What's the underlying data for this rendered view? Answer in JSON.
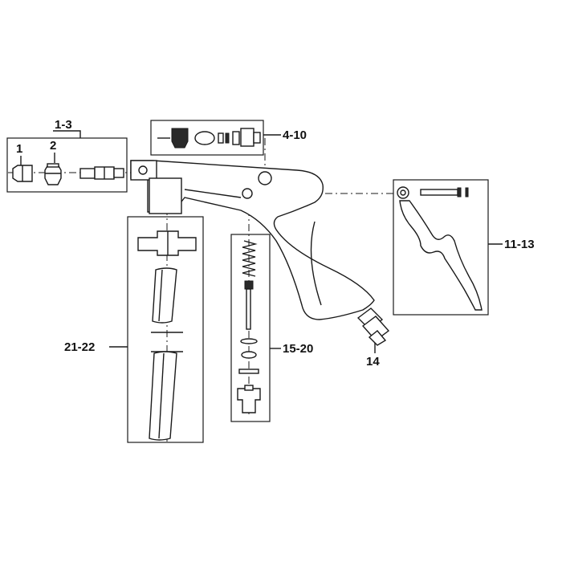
{
  "callouts": {
    "c1": "1",
    "c2": "2",
    "c1_3": "1-3",
    "c4_10": "4-10",
    "c11_13": "11-13",
    "c14": "14",
    "c15_20": "15-20",
    "c21_22": "21-22"
  },
  "colors": {
    "ink": "#1a1a1a",
    "background": "#ffffff"
  }
}
